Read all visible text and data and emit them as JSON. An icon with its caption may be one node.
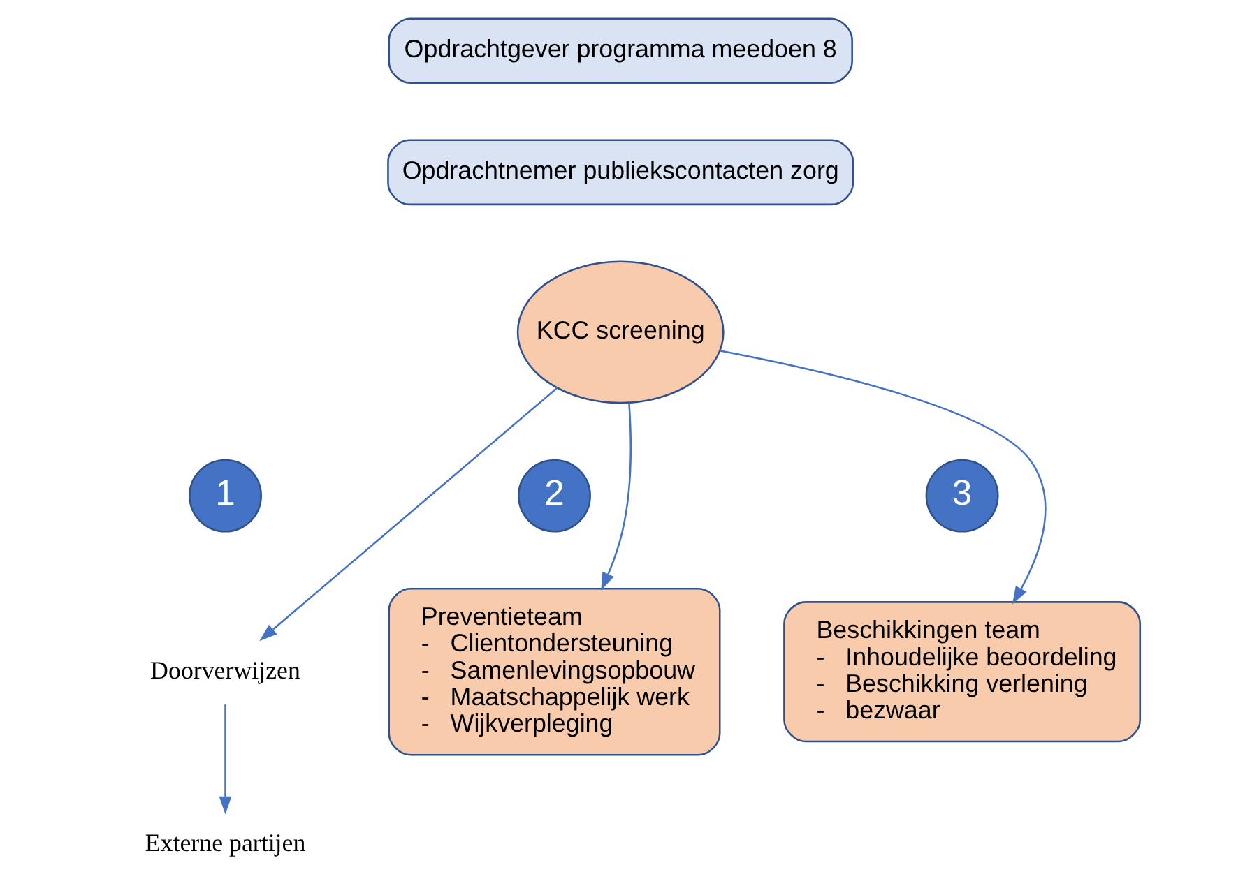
{
  "diagram": {
    "nodes": [
      {
        "text": [
          "Opdrachtgever programma meedoen 8"
        ]
      },
      {
        "text": [
          "Opdrachtnemer publiekscontacten zorg"
        ]
      },
      {
        "text": [
          "KCC screening"
        ]
      },
      {
        "text": [
          "1"
        ]
      },
      {
        "text": [
          "Doorverwijzen"
        ]
      },
      {
        "text": [
          "Externe partijen"
        ]
      },
      {
        "text": [
          "2"
        ]
      },
      {
        "text": [
          "Preventieteam",
          "-   Clientondersteuning",
          "-   Samenlevingsopbouw",
          "-   Maatschappelijk werk",
          "-   Wijkverpleging"
        ]
      },
      {
        "text": [
          "3"
        ]
      },
      {
        "text": [
          "Beschikkingen team",
          "-   Inhoudelijke beoordeling",
          "-   Beschikking verlening",
          "-   bezwaar"
        ]
      }
    ],
    "edges": [
      {
        "from": 2,
        "to": 4,
        "arrow": "to"
      },
      {
        "from": 2,
        "to": 7,
        "arrow": "to"
      },
      {
        "from": 2,
        "to": 9,
        "arrow": "to"
      },
      {
        "from": 4,
        "to": 5,
        "arrow": "to"
      }
    ]
  }
}
